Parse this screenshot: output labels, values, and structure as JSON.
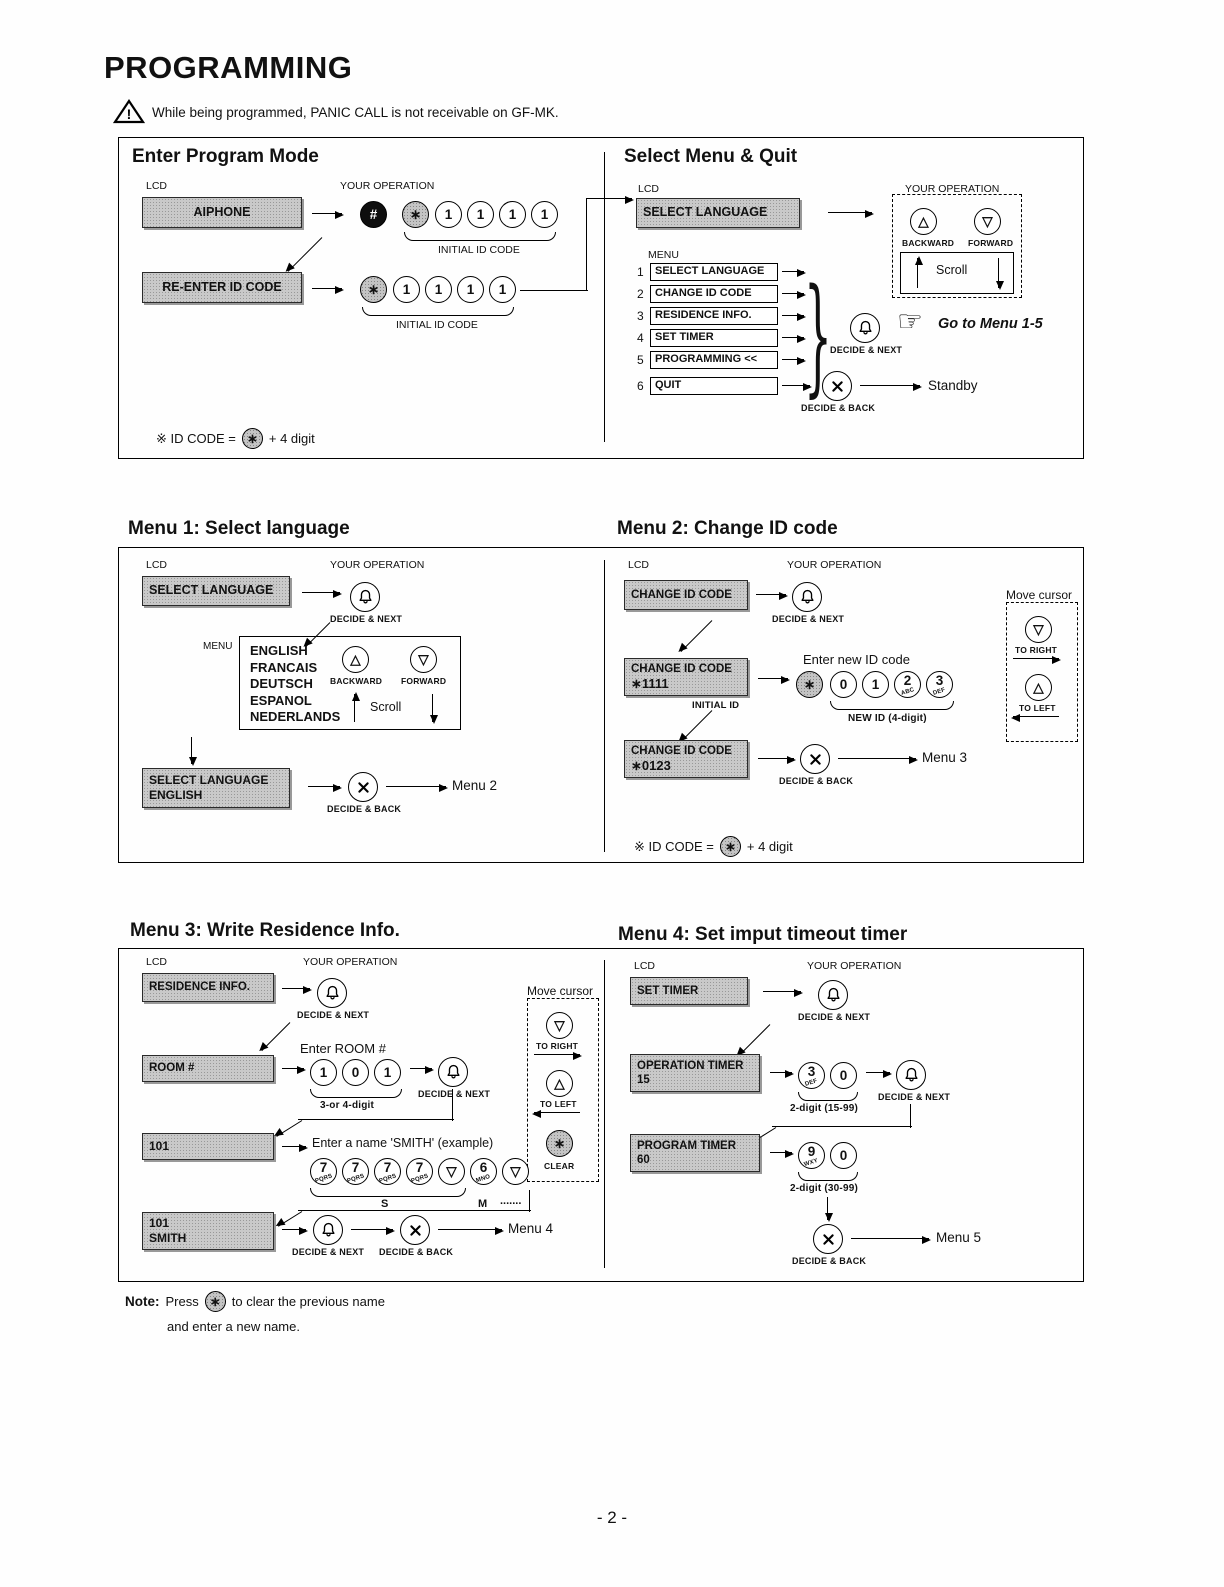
{
  "page": {
    "title": "PROGRAMMING",
    "warning": "While being programmed, PANIC CALL is not receivable on GF-MK.",
    "page_number": "- 2 -"
  },
  "common": {
    "lcd": "LCD",
    "your_operation": "YOUR OPERATION",
    "menu": "MENU",
    "decide_next": "DECIDE & NEXT",
    "decide_back": "DECIDE & BACK",
    "scroll": "Scroll",
    "backward": "BACKWARD",
    "forward": "FORWARD",
    "move_cursor": "Move cursor",
    "to_right": "TO RIGHT",
    "to_left": "TO LEFT",
    "clear": "CLEAR",
    "initial_id_code": "INITIAL ID CODE",
    "id_code_prefix": "※ ID CODE =",
    "id_code_suffix": "+ 4 digit",
    "tri_up": "△",
    "tri_down": "▽",
    "asterisk": "∗",
    "hand": "☞"
  },
  "enter_program": {
    "heading": "Enter Program Mode",
    "lcd_aiphone": "AIPHONE",
    "lcd_reenter": "RE-ENTER ID CODE",
    "row1_keys": [
      "#",
      "∗",
      "1",
      "1",
      "1",
      "1"
    ],
    "row2_keys": [
      "∗",
      "1",
      "1",
      "1",
      "1"
    ]
  },
  "select_menu": {
    "heading": "Select Menu & Quit",
    "lcd": "SELECT LANGUAGE",
    "items": [
      {
        "num": "1",
        "label": "SELECT LANGUAGE"
      },
      {
        "num": "2",
        "label": "CHANGE ID CODE"
      },
      {
        "num": "3",
        "label": "RESIDENCE INFO."
      },
      {
        "num": "4",
        "label": "SET TIMER"
      },
      {
        "num": "5",
        "label": "PROGRAMMING <<"
      },
      {
        "num": "6",
        "label": "QUIT"
      }
    ],
    "goto": "Go to Menu 1-5",
    "standby": "Standby"
  },
  "menu1": {
    "title": "Menu 1: Select language",
    "lcd1": "SELECT LANGUAGE",
    "languages": [
      "ENGLISH",
      "FRANCAIS",
      "DEUTSCH",
      "ESPANOL",
      "NEDERLANDS"
    ],
    "lcd2_line1": "SELECT LANGUAGE",
    "lcd2_line2": "ENGLISH",
    "next": "Menu 2"
  },
  "menu2": {
    "title": "Menu 2: Change ID code",
    "lcd1": "CHANGE ID CODE",
    "enter_new": "Enter new ID code",
    "lcd2_line1": "CHANGE ID CODE",
    "lcd2_line2": "∗1111",
    "initial_id": "INITIAL ID",
    "keys": [
      {
        "n": "∗"
      },
      {
        "n": "0"
      },
      {
        "n": "1"
      },
      {
        "n": "2",
        "sub": "ABC"
      },
      {
        "n": "3",
        "sub": "DEF"
      }
    ],
    "new_id_label": "NEW ID (4-digit)",
    "lcd3_line1": "CHANGE ID CODE",
    "lcd3_line2": "∗0123",
    "next": "Menu 3"
  },
  "menu3": {
    "title": "Menu 3: Write Residence Info.",
    "lcd1": "RESIDENCE INFO.",
    "enter_room": "Enter ROOM #",
    "lcd2": "ROOM #",
    "room_keys": [
      "1",
      "0",
      "1"
    ],
    "room_label": "3-or 4-digit",
    "lcd3": "101",
    "enter_name": "Enter a name 'SMITH' (example)",
    "name_keys": [
      {
        "n": "7",
        "sub": "PQRS"
      },
      {
        "n": "7",
        "sub": "PQRS"
      },
      {
        "n": "7",
        "sub": "PQRS"
      },
      {
        "n": "7",
        "sub": "PQRS"
      },
      {
        "n": "▽"
      },
      {
        "n": "6",
        "sub": "MNO"
      },
      {
        "n": "▽"
      }
    ],
    "s_label": "S",
    "m_label": "M",
    "dots": ".......",
    "lcd4_line1": "101",
    "lcd4_line2": "SMITH",
    "next": "Menu 4"
  },
  "menu4": {
    "title": "Menu 4: Set imput timeout timer",
    "lcd1": "SET TIMER",
    "lcd2_line1": "OPERATION TIMER",
    "lcd2_line2": "15",
    "op_keys": [
      {
        "n": "3",
        "sub": "DEF"
      },
      {
        "n": "0"
      }
    ],
    "op_label": "2-digit (15-99)",
    "lcd3_line1": "PROGRAM TIMER",
    "lcd3_line2": "60",
    "prog_keys": [
      {
        "n": "9",
        "sub": "WXY"
      },
      {
        "n": "0"
      }
    ],
    "prog_label": "2-digit (30-99)",
    "next": "Menu 5"
  },
  "note": {
    "prefix": "Note:",
    "press": "Press",
    "rest": "to clear the previous name",
    "line2": "and enter a new name."
  }
}
